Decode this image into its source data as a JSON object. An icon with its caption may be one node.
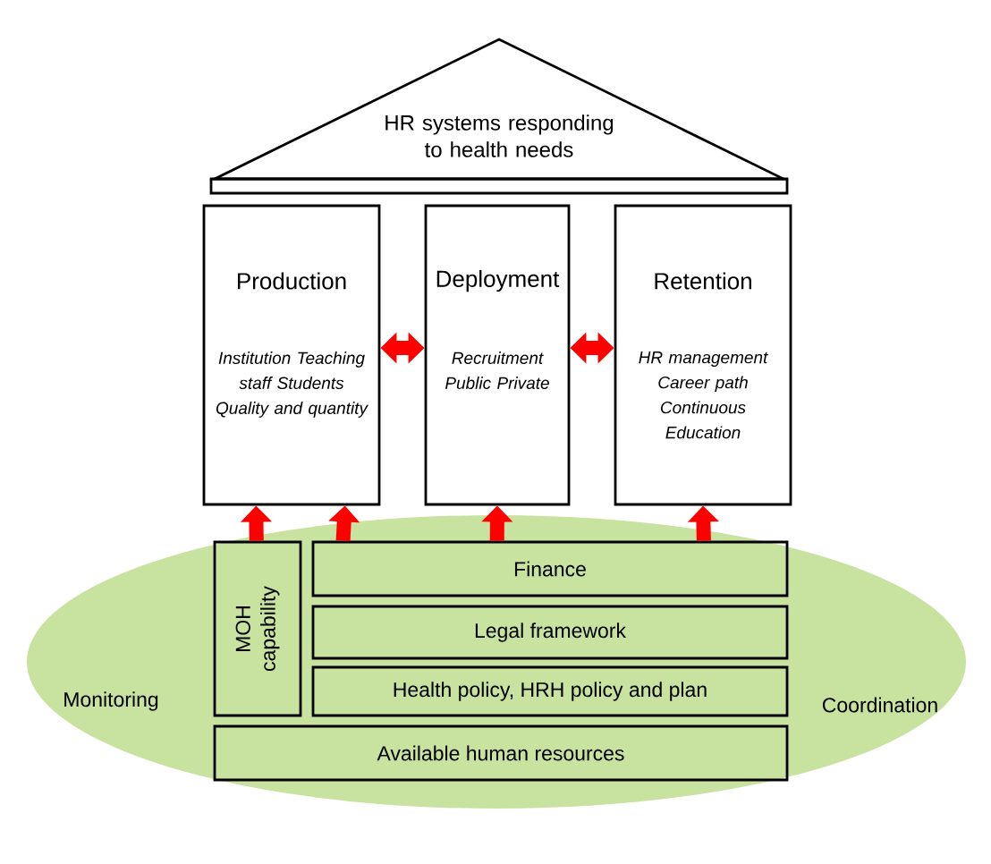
{
  "diagram": {
    "nodes": [
      {
        "text": [
          "HR systems responding to health needs"
        ]
      },
      {
        "text": [
          "Production",
          "Institution Teaching staff Students Quality and quantity"
        ]
      },
      {
        "text": [
          "Deployment",
          "Recruitment Public Private"
        ]
      },
      {
        "text": [
          "Retention",
          "HR management Career path Continuous Education"
        ]
      },
      {
        "text": [
          "Monitoring",
          "Coordination"
        ]
      },
      {
        "text": [
          "MOH capability"
        ],
        "in": 4
      },
      {
        "text": [
          "Finance"
        ],
        "in": 4
      },
      {
        "text": [
          "Legal framework"
        ],
        "in": 4
      },
      {
        "text": [
          "Health policy, HRH policy and plan"
        ],
        "in": 4
      },
      {
        "text": [
          "Available human resources"
        ],
        "in": 4
      }
    ],
    "edges": [
      {
        "from": 1,
        "to": 2,
        "arrow": "both"
      },
      {
        "from": 2,
        "to": 3,
        "arrow": "both"
      },
      {
        "from": 5,
        "to": 1,
        "arrow": "to"
      },
      {
        "from": 6,
        "to": 1,
        "arrow": "to"
      },
      {
        "from": 6,
        "to": 2,
        "arrow": "to"
      },
      {
        "from": 6,
        "to": 3,
        "arrow": "to"
      }
    ]
  }
}
